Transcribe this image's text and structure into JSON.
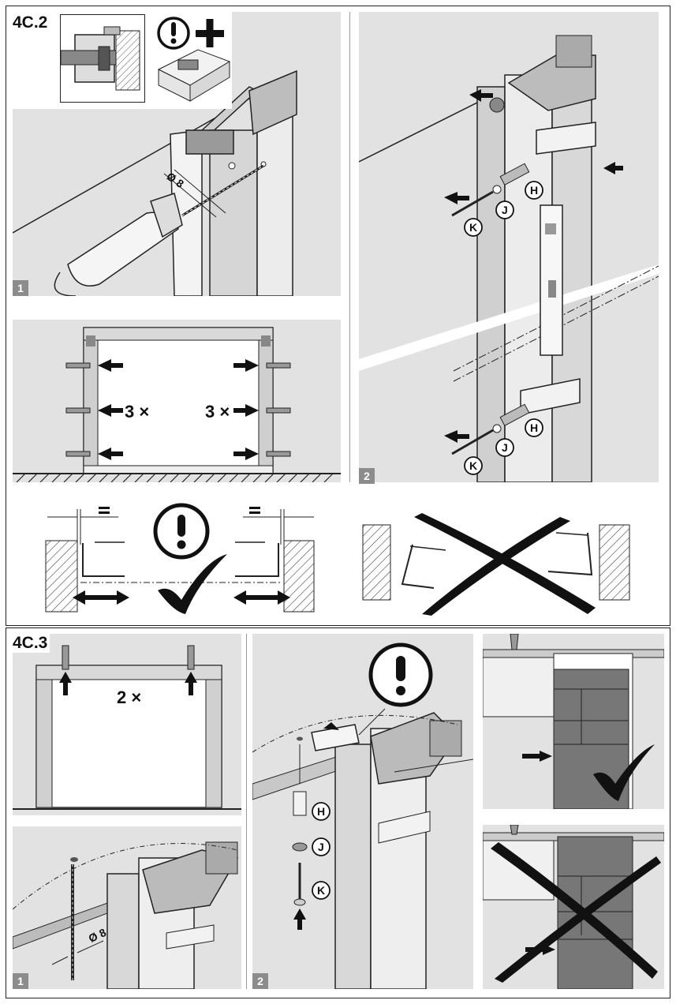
{
  "section_top": {
    "title": "4C.2",
    "drill_diameter": "Ø 8",
    "step1": "1",
    "step2": "2",
    "count_left": "3 ×",
    "count_right": "3 ×",
    "part_h": "H",
    "part_j": "J",
    "part_k": "K"
  },
  "section_bottom": {
    "title": "4C.3",
    "count": "2 ×",
    "drill_diameter": "Ø 8",
    "step1": "1",
    "step2": "2",
    "part_h": "H",
    "part_j": "J",
    "part_k": "K"
  },
  "colors": {
    "panel_bg": "#e2e2e2",
    "line": "#222222",
    "step_badge": "#8c8c8c"
  }
}
